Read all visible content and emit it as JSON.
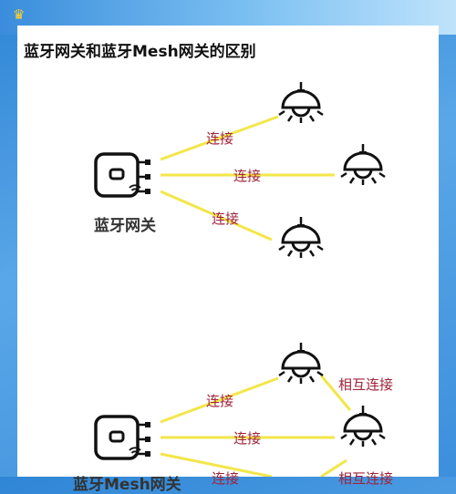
{
  "title": "蓝牙网关和蓝牙Mesh网关的区别",
  "colors": {
    "line": "#f3e64a",
    "label": "#a0233a",
    "stroke": "#111111",
    "background": "#4a9be4"
  },
  "diagram1": {
    "gateway_label": "蓝牙网关",
    "links": [
      "连接",
      "连接",
      "连接"
    ]
  },
  "diagram2": {
    "gateway_label": "蓝牙Mesh网关",
    "links": [
      "连接",
      "连接",
      "连接"
    ],
    "mesh_labels": [
      "相互连接",
      "相互连接"
    ]
  },
  "icons": [
    "crown-icon",
    "gateway-icon",
    "wifi-icon",
    "lamp-icon"
  ]
}
